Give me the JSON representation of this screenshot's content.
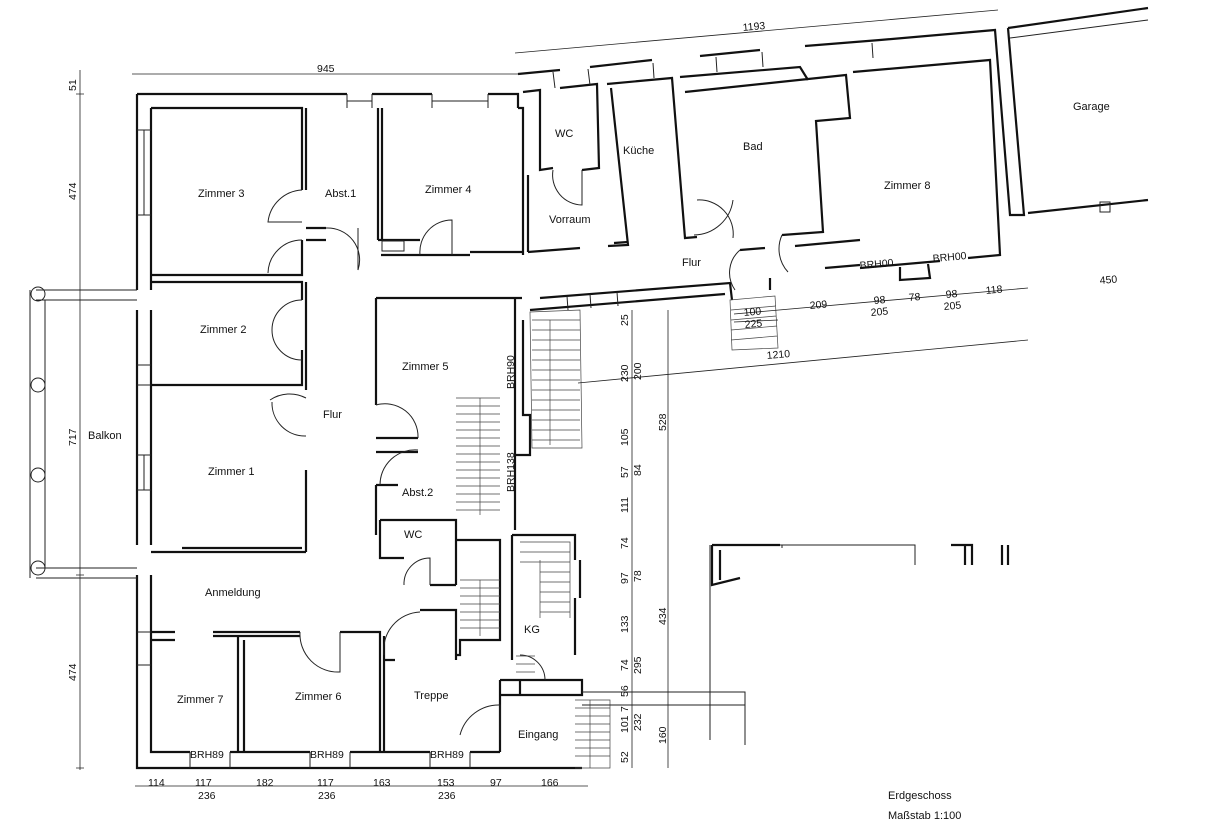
{
  "rooms": {
    "zimmer3": "Zimmer 3",
    "abst1": "Abst.1",
    "zimmer4": "Zimmer 4",
    "wc_top": "WC",
    "vorraum": "Vorraum",
    "kueche": "Küche",
    "bad": "Bad",
    "zimmer8": "Zimmer 8",
    "garage": "Garage",
    "flur_right": "Flur",
    "zimmer2": "Zimmer 2",
    "zimmer5": "Zimmer 5",
    "flur_left": "Flur",
    "balkon": "Balkon",
    "zimmer1": "Zimmer 1",
    "abst2": "Abst.2",
    "wc_mid": "WC",
    "anmeldung": "Anmeldung",
    "kg": "KG",
    "zimmer7": "Zimmer 7",
    "zimmer6": "Zimmer 6",
    "treppe": "Treppe",
    "eingang": "Eingang"
  },
  "sill_labels": {
    "brh00_a": "BRH00",
    "brh00_b": "BRH00",
    "brh90": "BRH90",
    "brh138": "BRH138",
    "brh89_z7": "BRH89",
    "brh89_z6": "BRH89",
    "brh89_tr": "BRH89"
  },
  "dimensions": {
    "top_left": "945",
    "top_right": "1193",
    "left_51": "51",
    "left_474_top": "474",
    "left_717": "717",
    "left_474_bottom": "474",
    "right_450": "450",
    "right_118": "118",
    "right_98a": "98",
    "right_78": "78",
    "right_98b": "98",
    "right_209": "209",
    "right_100": "100",
    "right_205a": "205",
    "right_205b": "205",
    "right_225": "225",
    "right_1210": "1210",
    "bottom_114": "114",
    "bottom_117a": "117",
    "bottom_182": "182",
    "bottom_117b": "117",
    "bottom_163": "163",
    "bottom_153": "153",
    "bottom_97": "97",
    "bottom_166": "166",
    "bottom_236a": "236",
    "bottom_236b": "236",
    "bottom_236c": "236",
    "v_25": "25",
    "v_230": "230",
    "v_200": "200",
    "v_105": "105",
    "v_57": "57",
    "v_84": "84",
    "v_111": "111",
    "v_74a": "74",
    "v_97": "97",
    "v_78": "78",
    "v_133": "133",
    "v_74b": "74",
    "v_295": "295",
    "v_56": "56",
    "v_7": "7",
    "v_101": "101",
    "v_232": "232",
    "v_52": "52",
    "v_528": "528",
    "v_434": "434",
    "v_160": "160"
  },
  "title_block": {
    "floor": "Erdgeschoss",
    "scale": "Maßstab 1:100"
  }
}
